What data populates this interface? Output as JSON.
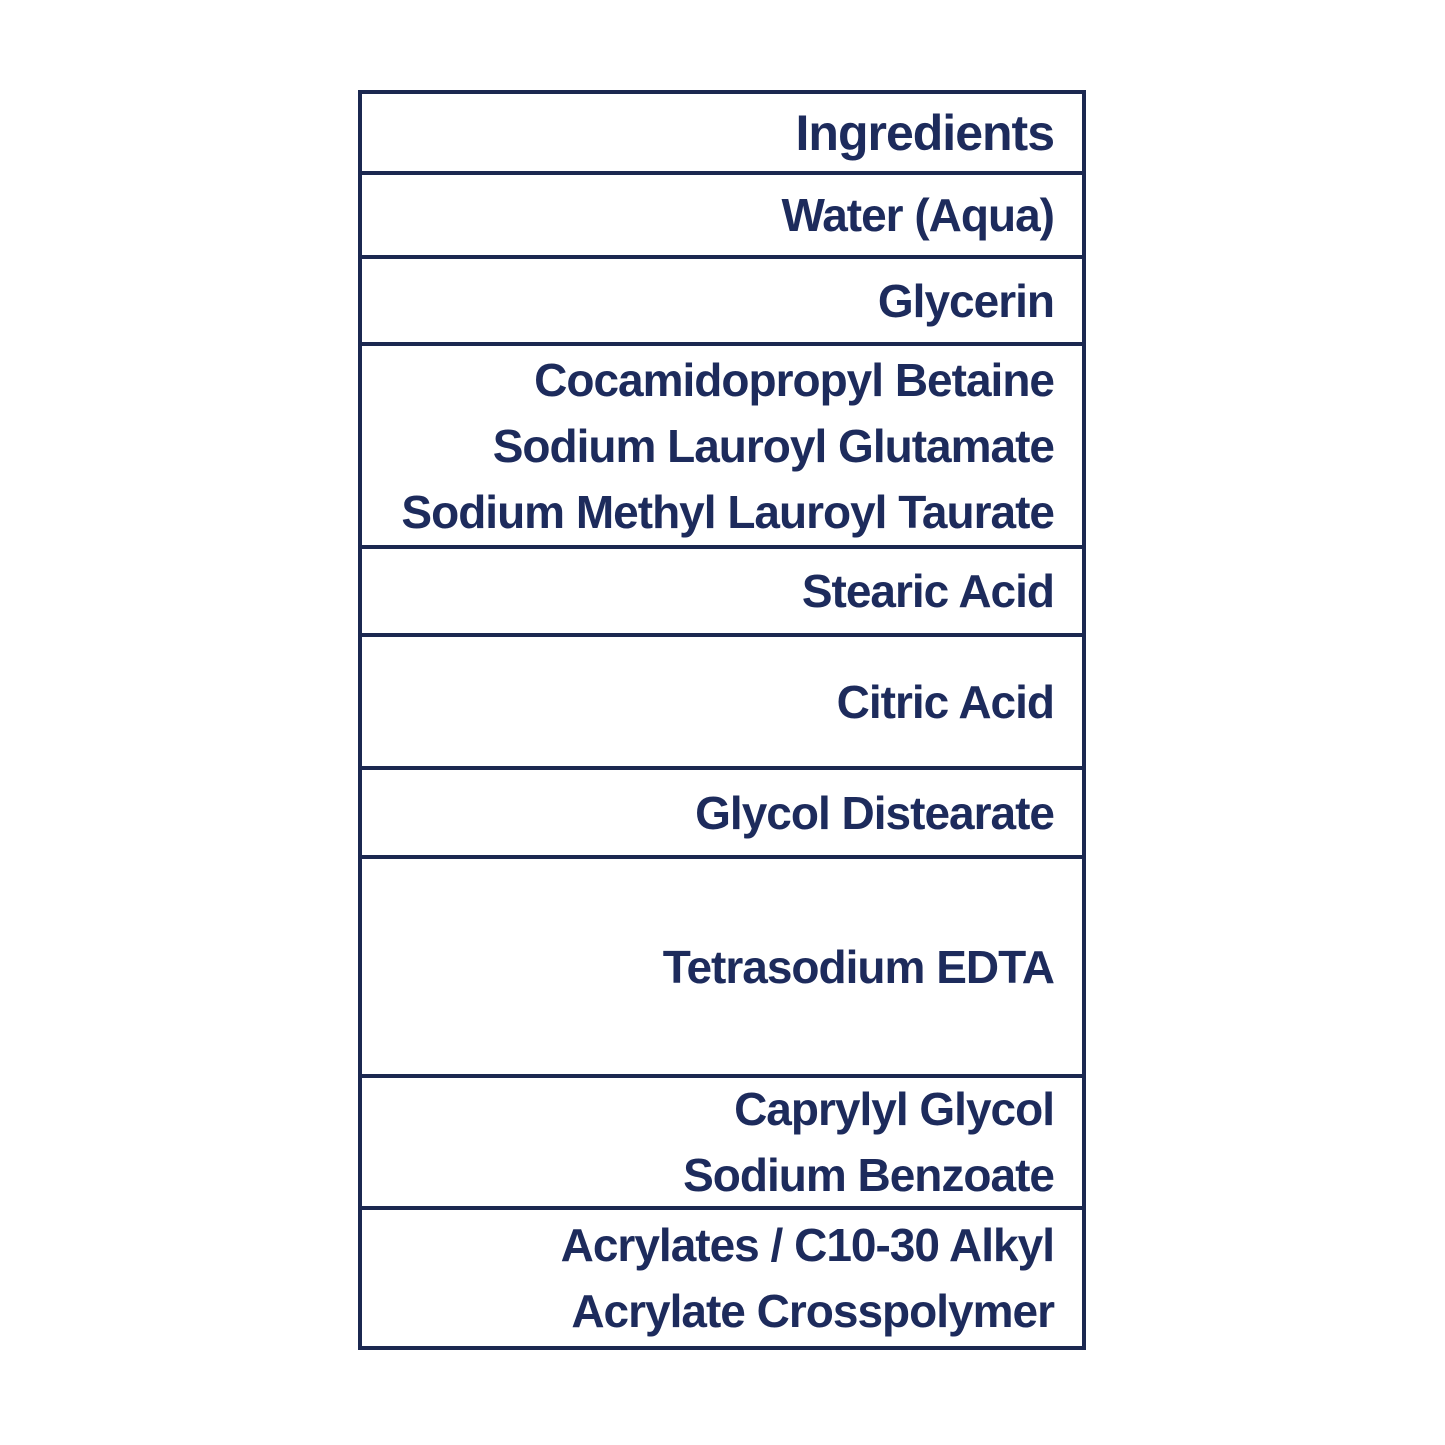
{
  "colors": {
    "text": "#1d2b5c",
    "border": "#1b2850",
    "background": "#ffffff"
  },
  "table": {
    "header": "Ingredients",
    "rows": [
      {
        "lines": [
          "Water (Aqua)"
        ]
      },
      {
        "lines": [
          "Glycerin"
        ]
      },
      {
        "lines": [
          "Cocamidopropyl Betaine",
          "Sodium Lauroyl Glutamate",
          "Sodium Methyl Lauroyl Taurate"
        ]
      },
      {
        "lines": [
          "Stearic Acid"
        ]
      },
      {
        "lines": [
          "Citric Acid"
        ]
      },
      {
        "lines": [
          "Glycol Distearate"
        ]
      },
      {
        "lines": [
          "Tetrasodium EDTA"
        ]
      },
      {
        "lines": [
          "Caprylyl Glycol",
          "Sodium Benzoate"
        ]
      },
      {
        "lines": [
          "Acrylates / C10-30 Alkyl",
          "Acrylate Crosspolymer"
        ]
      }
    ]
  }
}
